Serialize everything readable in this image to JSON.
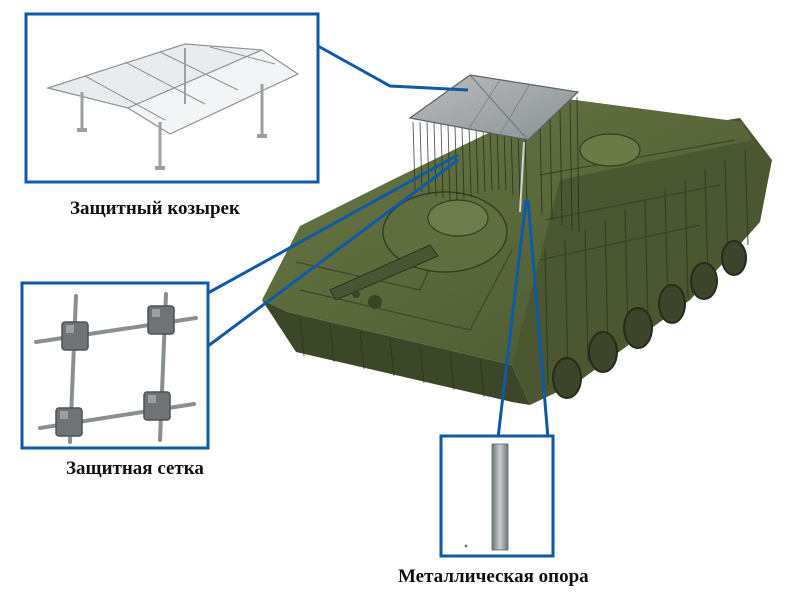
{
  "colors": {
    "callout_frame": "#0e5aa7",
    "hull_dark": "#3e4a28",
    "hull_mid": "#5d6b3c",
    "hull_light": "#7f8c58",
    "canopy_roof": "#9a9ea0",
    "mesh_node": "#6f7375",
    "support_pole": "#8f9496"
  },
  "callouts": {
    "canopy": {
      "label": "Защитный козырек",
      "icon": "canopy-icon"
    },
    "mesh": {
      "label": "Защитная сетка",
      "icon": "mesh-node-icon"
    },
    "support": {
      "label": "Металлическая опора",
      "icon": "pole-icon"
    }
  }
}
